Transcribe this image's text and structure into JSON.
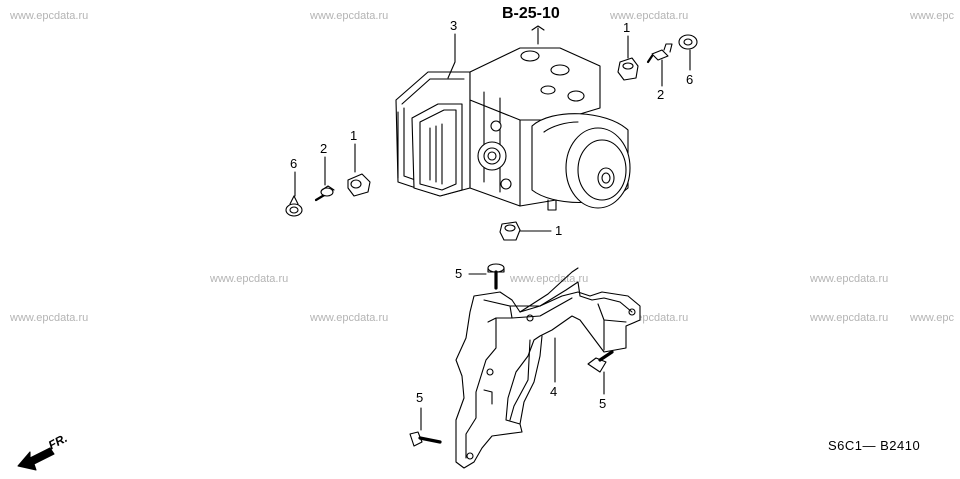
{
  "watermarks": [
    "www.epcdata.ru",
    "www.epcdata.ru",
    "www.epcdata.ru",
    "www.epc",
    "www.epcdata.ru",
    "www.epcdata.ru",
    "www.epcdata.ru",
    "www.epcdata.ru",
    "www.epcdata.ru",
    "www.epcdata.ru",
    "www.epcdata.ru",
    "www.epc"
  ],
  "reference": "B-25-10",
  "diagram_code": "S6C1— B2410",
  "front_label": "FR.",
  "callouts": [
    "3",
    "1",
    "2",
    "6",
    "6",
    "2",
    "1",
    "1",
    "5",
    "4",
    "5",
    "5"
  ],
  "icons": [
    "front-arrow-icon"
  ]
}
